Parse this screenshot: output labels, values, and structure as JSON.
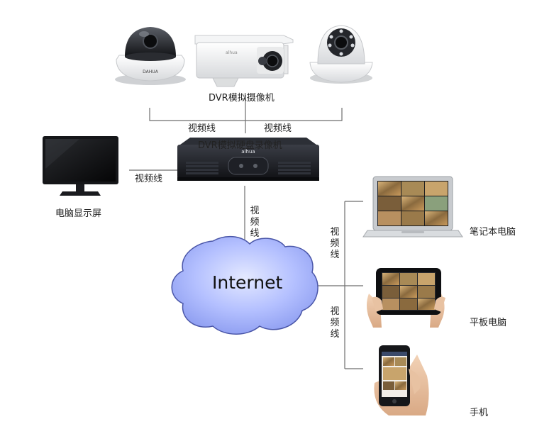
{
  "cameras": {
    "label": "DVR模拟摄像机",
    "dome_brand": "DAHUA",
    "bullet_brand": "alhua"
  },
  "dvr": {
    "label": "DVR模拟硬盘录像机",
    "brand": "alhua"
  },
  "monitor": {
    "label": "电脑显示屏"
  },
  "internet": {
    "label": "Internet"
  },
  "cables": {
    "top_left": "视频线",
    "top_right": "视频线",
    "monitor": "视频线",
    "dvr_internet": "视频线",
    "devices_upper": "视频线",
    "devices_lower": "视频线"
  },
  "devices": {
    "laptop": "笔记本电脑",
    "tablet": "平板电脑",
    "phone": "手机"
  },
  "colors": {
    "line": "#6e6e6e",
    "cloud_light": "#e4e9ff",
    "cloud_dark": "#8c9cf0",
    "cloud_stroke": "#4a56a8",
    "dvr_body": "#1a1c22"
  }
}
